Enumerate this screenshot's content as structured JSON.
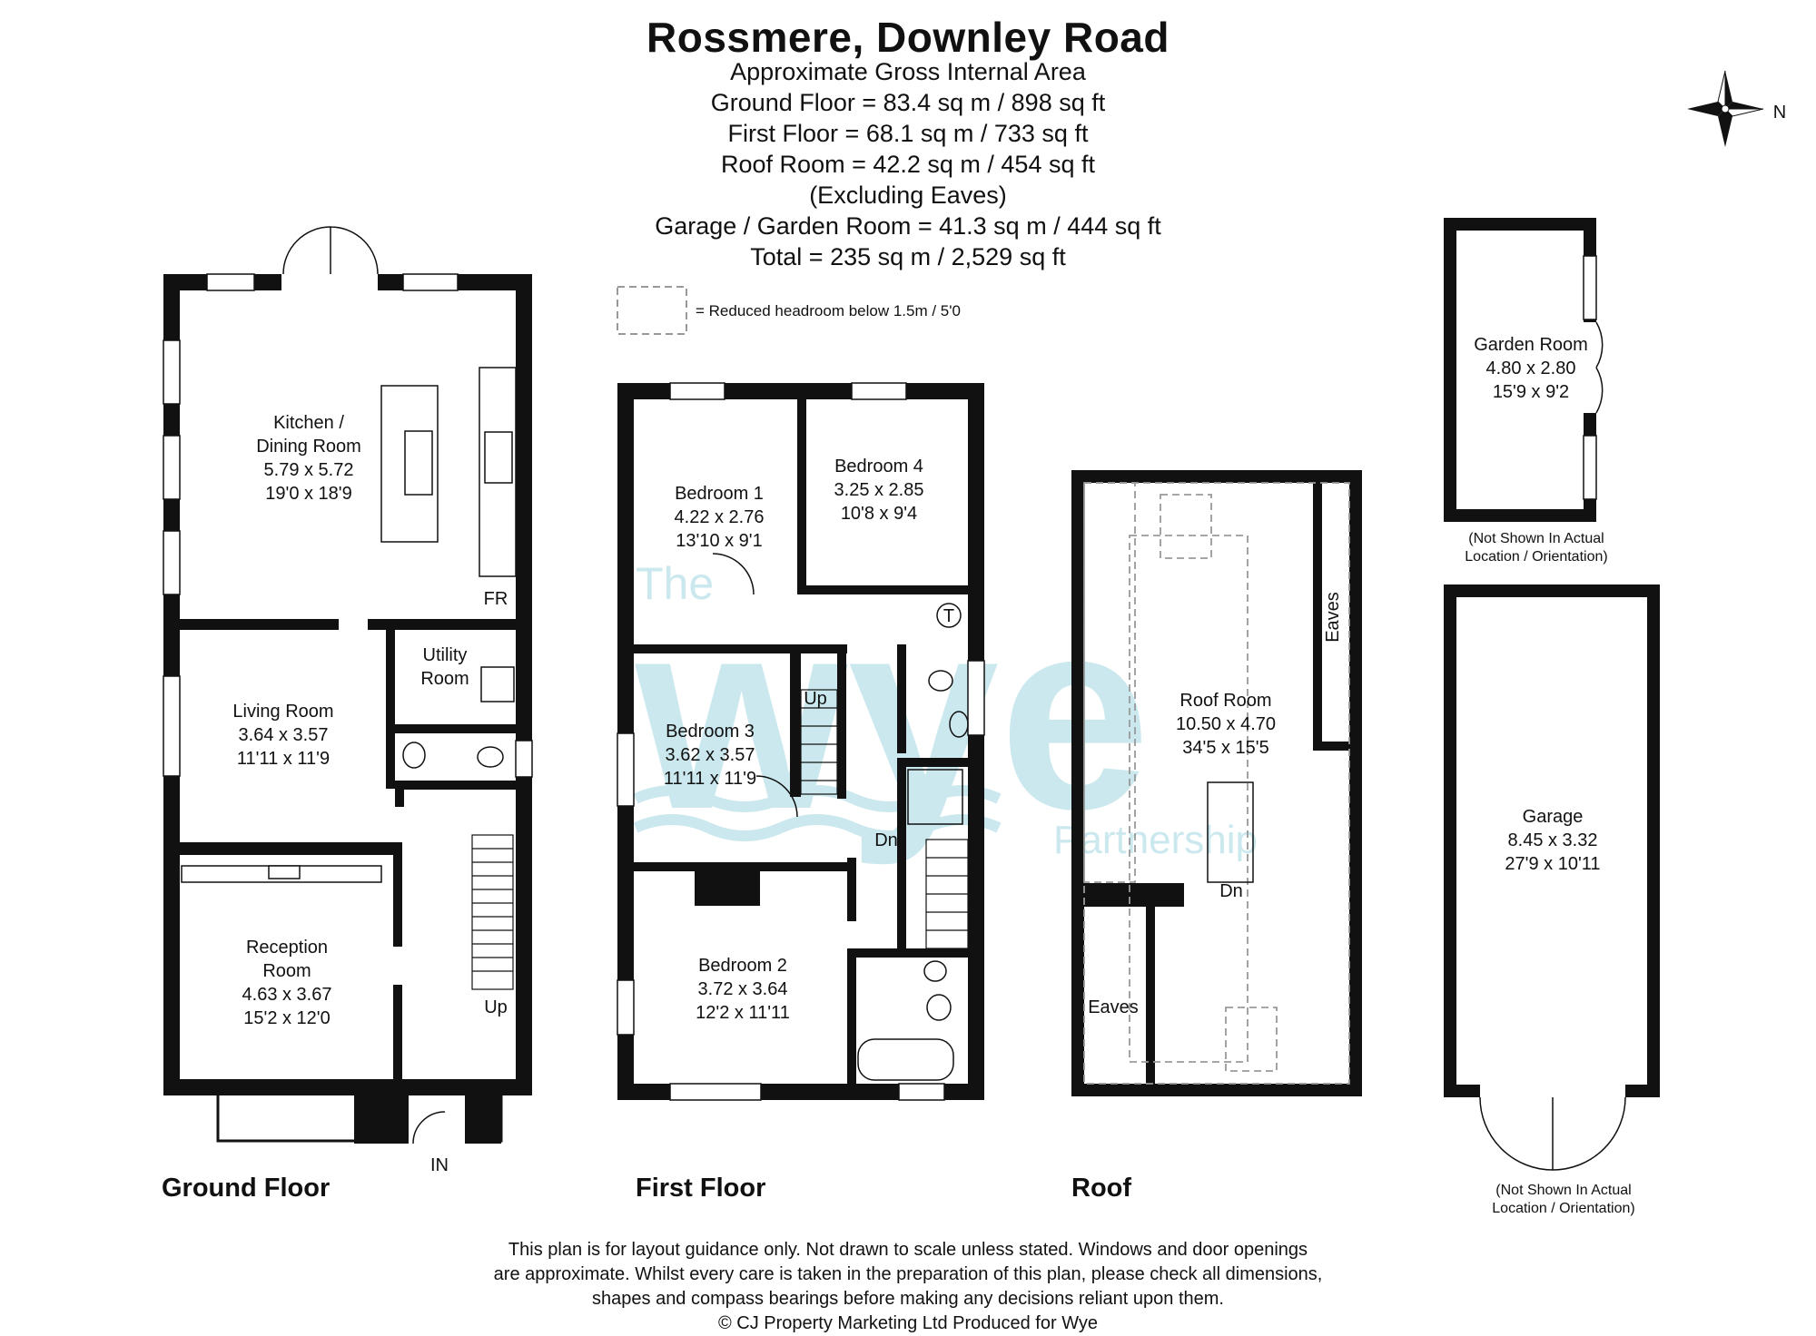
{
  "header": {
    "title": "Rossmere, Downley Road",
    "lines": [
      "Approximate Gross Internal Area",
      "Ground Floor = 83.4 sq m / 898 sq ft",
      "First Floor = 68.1 sq m / 733 sq ft",
      "Roof Room = 42.2 sq m / 454 sq ft",
      "(Excluding Eaves)",
      "Garage / Garden Room = 41.3 sq m / 444 sq ft",
      "Total = 235 sq m / 2,529 sq ft"
    ]
  },
  "legend": {
    "text": "= Reduced headroom below 1.5m / 5'0"
  },
  "compass": {
    "label": "N"
  },
  "watermark": {
    "brand": "The wye Partnership"
  },
  "ground_floor": {
    "label": "Ground Floor",
    "kitchen": [
      "Kitchen /",
      "Dining Room",
      "5.79 x 5.72",
      "19'0 x 18'9"
    ],
    "fridge": "FR",
    "utility": [
      "Utility",
      "Room"
    ],
    "living": [
      "Living Room",
      "3.64 x 3.57",
      "11'11 x 11'9"
    ],
    "reception": [
      "Reception",
      "Room",
      "4.63 x 3.67",
      "15'2 x 12'0"
    ],
    "up": "Up",
    "entrance": "IN"
  },
  "first_floor": {
    "label": "First Floor",
    "bedroom1": [
      "Bedroom 1",
      "4.22 x 2.76",
      "13'10 x 9'1"
    ],
    "bedroom4": [
      "Bedroom 4",
      "3.25 x 2.85",
      "10'8 x 9'4"
    ],
    "bedroom3": [
      "Bedroom 3",
      "3.62 x 3.57",
      "11'11 x 11'9"
    ],
    "bedroom2": [
      "Bedroom 2",
      "3.72 x 3.64",
      "12'2 x 11'11"
    ],
    "tank": "T",
    "up": "Up",
    "down": "Dn"
  },
  "roof": {
    "label": "Roof",
    "roof_room": [
      "Roof Room",
      "10.50 x 4.70",
      "34'5 x 15'5"
    ],
    "eaves_right": "Eaves",
    "eaves_left": "Eaves",
    "down": "Dn"
  },
  "garden_room": {
    "name": "Garden Room",
    "metric": "4.80 x 2.80",
    "imperial": "15'9 x 9'2",
    "note": [
      "(Not Shown In Actual",
      "Location / Orientation)"
    ]
  },
  "garage": {
    "name": "Garage",
    "metric": "8.45 x 3.32",
    "imperial": "27'9 x 10'11",
    "note": [
      "(Not Shown In Actual",
      "Location / Orientation)"
    ]
  },
  "disclaimer": [
    "This plan is for layout guidance only. Not drawn to scale unless stated. Windows and door openings",
    "are approximate. Whilst every care is taken in the preparation of this plan, please check all dimensions,",
    "shapes and compass bearings before making any decisions reliant upon them.",
    "© CJ Property Marketing Ltd Produced for Wye"
  ],
  "colors": {
    "wall": "#111111",
    "watermark": "#9fd6e0",
    "reduced_headroom": "#999999"
  }
}
